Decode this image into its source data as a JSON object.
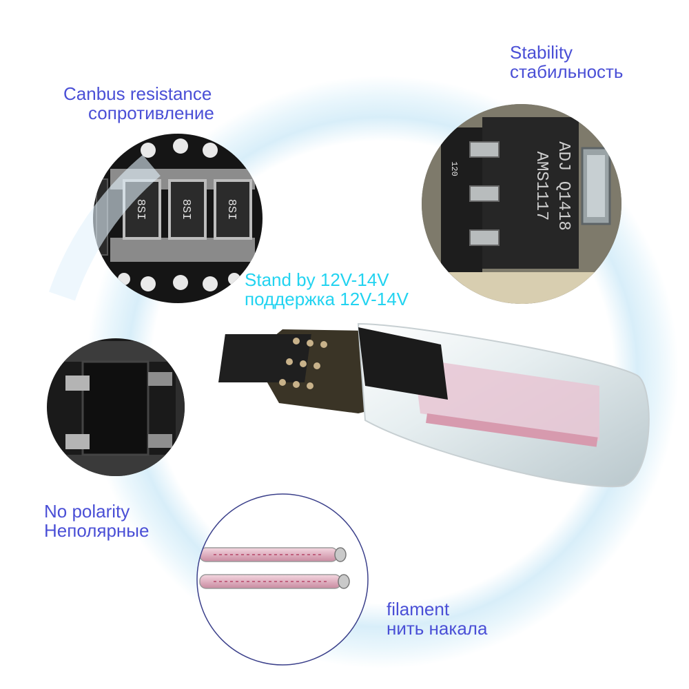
{
  "colors": {
    "label_blue": "#4a4fd6",
    "label_cyan": "#22d3f0",
    "halo": "#cfe9f7",
    "pcb_dark": "#1c1c1c",
    "circle_stroke": "#3a3f8a"
  },
  "features": {
    "canbus": {
      "line1": "Canbus resistance",
      "line2": "сопротивление"
    },
    "stability": {
      "line1": "Stability",
      "line2": "стабильность"
    },
    "standby": {
      "line1": "Stand by 12V-14V",
      "line2": "поддержка 12V-14V"
    },
    "polarity": {
      "line1": "No polarity",
      "line2": "Неполярные"
    },
    "filament": {
      "line1": "filament",
      "line2": "нить накала"
    }
  },
  "components": {
    "resistor_code": "8SI",
    "regulator_line1": "AMS1117",
    "regulator_line2": "ADJ Q1418",
    "board_code": "120"
  }
}
